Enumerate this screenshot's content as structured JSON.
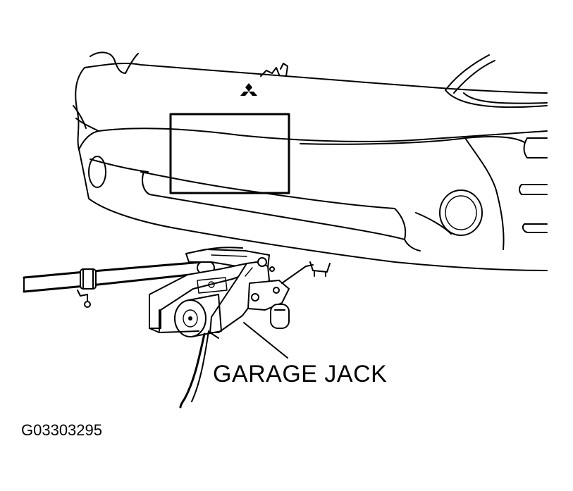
{
  "callout": {
    "label": "GARAGE JACK"
  },
  "figure_id": "G03303295",
  "icons": {
    "vehicle": "car-front-bumper-drawing",
    "emblem": "three-diamond-logo-icon",
    "jack": "garage-jack-drawing"
  }
}
